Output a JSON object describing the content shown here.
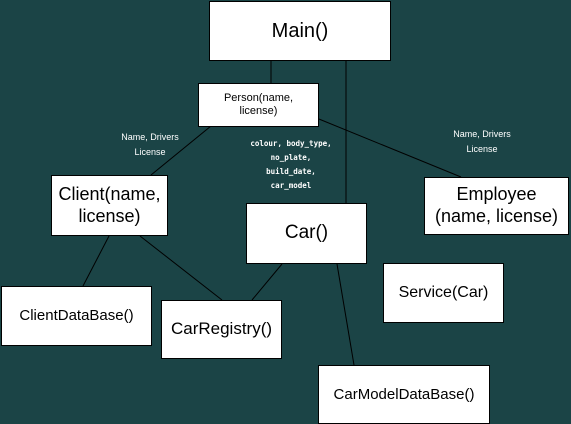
{
  "colors": {
    "background": "#1b4446",
    "box_fill": "#ffffff",
    "box_border": "#000000",
    "edge": "#000000",
    "label_text": "#ffffff"
  },
  "nodes": {
    "main": "Main()",
    "person": "Person(name,\nlicense)",
    "client": "Client(name,\nlicense)",
    "employee": "Employee\n(name, license)",
    "car": "Car()",
    "client_database": "ClientDataBase()",
    "car_registry": "CarRegistry()",
    "service": "Service(Car)",
    "car_model_database": "CarModelDataBase()"
  },
  "labels": {
    "person_to_client": "Name, Drivers\nLicense",
    "person_to_employee": "Name, Drivers\nLicense",
    "car_attributes": "colour, body_type,\nno_plate,\nbuild_date,\ncar_model"
  },
  "edges": [
    {
      "from": "main",
      "to": "person"
    },
    {
      "from": "main",
      "to": "car"
    },
    {
      "from": "person",
      "to": "client"
    },
    {
      "from": "person",
      "to": "employee"
    },
    {
      "from": "client",
      "to": "client_database"
    },
    {
      "from": "client",
      "to": "car_registry"
    },
    {
      "from": "car",
      "to": "car_registry"
    },
    {
      "from": "car",
      "to": "car_model_database"
    }
  ]
}
